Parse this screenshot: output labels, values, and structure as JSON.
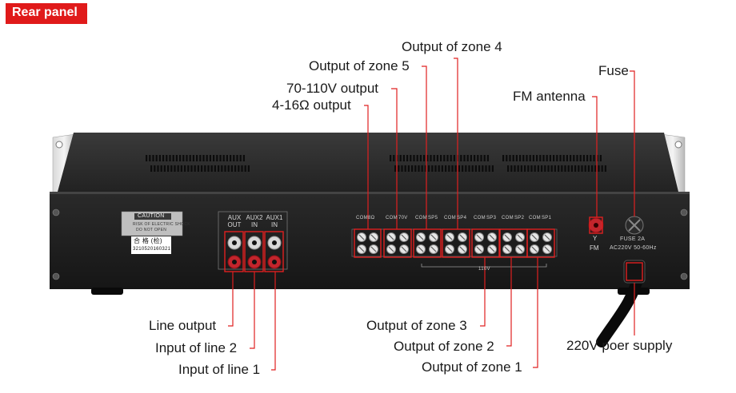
{
  "header": {
    "title": "Rear panel"
  },
  "callouts": {
    "zone4": "Output of zone 4",
    "zone5": "Output of zone 5",
    "v70_110": "70-110V output",
    "ohm": "4-16Ω output",
    "fm": "FM antenna",
    "fuse": "Fuse",
    "line_out": "Line output",
    "line2": "Input of line 2",
    "line1": "Input of line 1",
    "zone3": "Output of zone 3",
    "zone2": "Output of zone 2",
    "zone1": "Output of zone 1",
    "power": "220V poer supply"
  },
  "panel": {
    "caution": "CAUTION",
    "caution_sub1": "RISK OF ELECTRIC SHOCK",
    "caution_sub2": "DO NOT OPEN",
    "qc": "合 格 (检)",
    "serial": "3210520160321",
    "aux_out": "AUX OUT",
    "aux2": "AUX2 IN",
    "aux1": "AUX1 IN",
    "term_labels": [
      "COM",
      "8Ω",
      "COM",
      "70V",
      "COM",
      "SP5",
      "COM",
      "SP4",
      "COM",
      "SP3",
      "COM",
      "SP2",
      "COM",
      "SP1"
    ],
    "v110": "110V",
    "fm_label": "FM",
    "fm_y": "Y",
    "fuse_label": "FUSE 2A",
    "ac_label": "AC220V 50-60Hz"
  }
}
